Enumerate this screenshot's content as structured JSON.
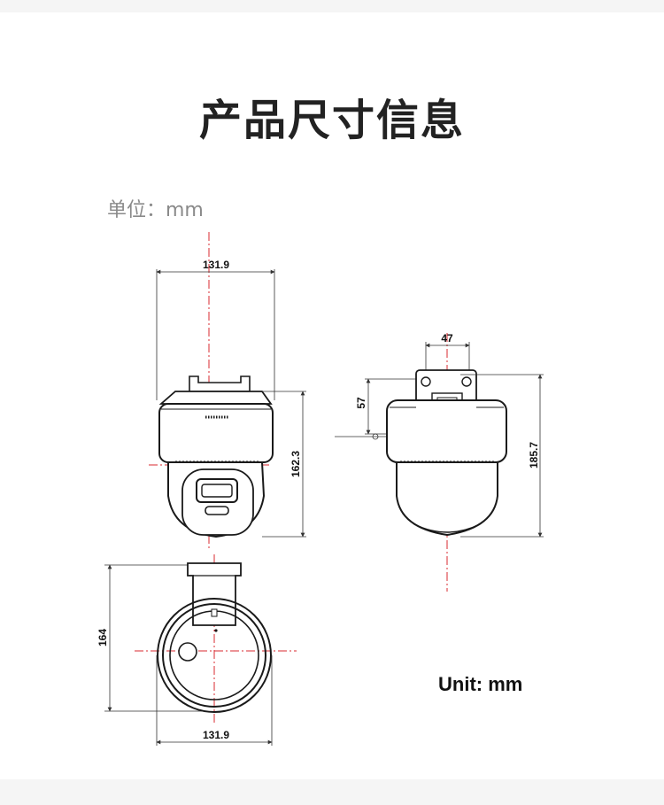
{
  "page": {
    "title": "产品尺寸信息",
    "unit_label": "单位：mm",
    "unit_label_en": "Unit: mm"
  },
  "front_view": {
    "width_dim": "131.9",
    "height_dim": "162.3"
  },
  "side_view": {
    "bracket_width_dim": "47",
    "bracket_offset_dim": "57",
    "height_dim": "185.7"
  },
  "top_view": {
    "depth_dim": "164",
    "width_dim": "131.9"
  },
  "colors": {
    "centerline": "#d9282f",
    "line": "#1a1a1a",
    "dim_line": "#333333"
  }
}
